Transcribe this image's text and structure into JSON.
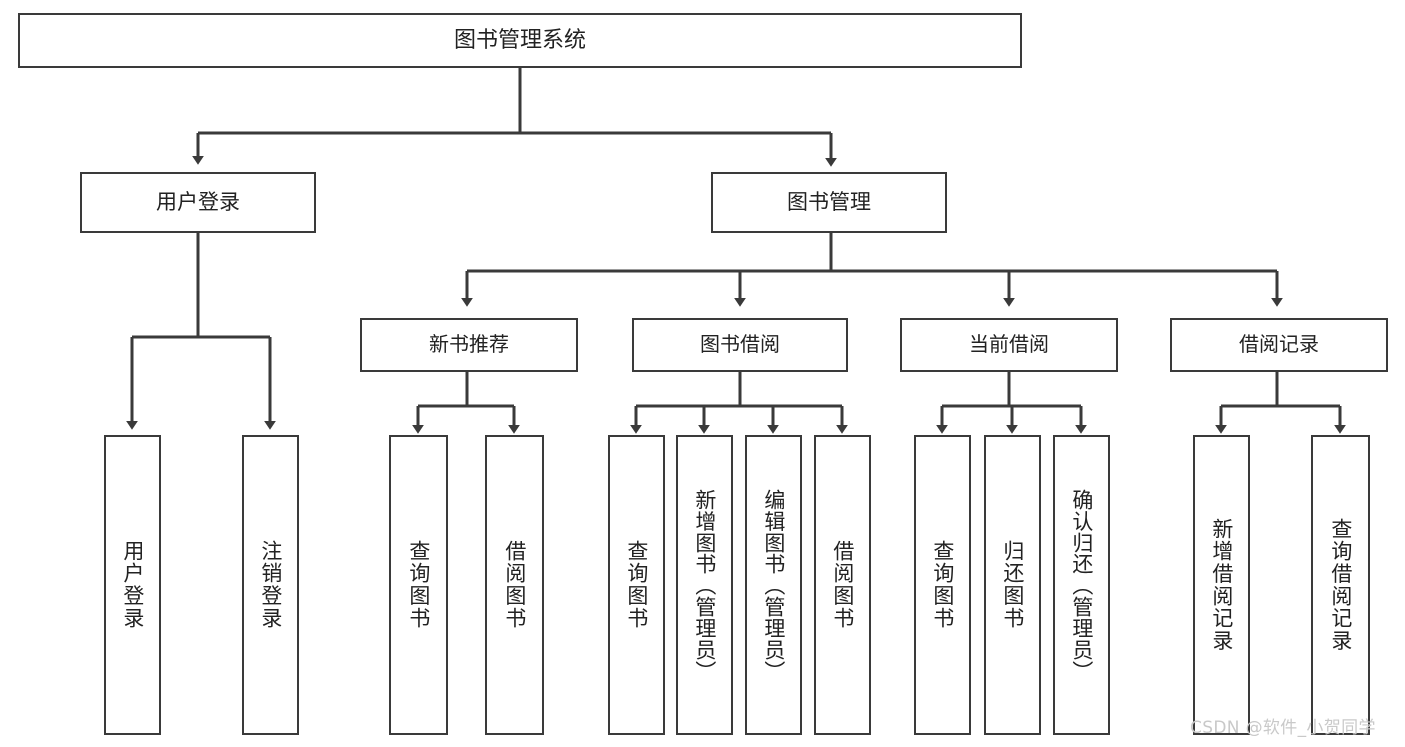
{
  "diagram": {
    "title": "图书管理系统",
    "type": "tree-hierarchy-chart",
    "orientation": "top-down",
    "colors": {
      "box_border": "#3a3a3a",
      "box_fill": "#ffffff",
      "connector": "#3a3a3a",
      "text": "#222222",
      "watermark": "#c9c9c9",
      "background": "#ffffff"
    },
    "root": {
      "label": "图书管理系统"
    },
    "level1": [
      {
        "label": "用户登录"
      },
      {
        "label": "图书管理"
      }
    ],
    "level2": [
      {
        "label": "新书推荐"
      },
      {
        "label": "图书借阅"
      },
      {
        "label": "当前借阅"
      },
      {
        "label": "借阅记录"
      }
    ],
    "leaves": {
      "user_login": [
        {
          "label": "用户登录"
        },
        {
          "label": "注销登录"
        }
      ],
      "new_book_recommend": [
        {
          "label": "查询图书"
        },
        {
          "label": "借阅图书"
        }
      ],
      "book_borrow": [
        {
          "label": "查询图书"
        },
        {
          "label": "新增图书（管理员）"
        },
        {
          "label": "编辑图书（管理员）"
        },
        {
          "label": "借阅图书"
        }
      ],
      "current_borrow": [
        {
          "label": "查询图书"
        },
        {
          "label": "归还图书"
        },
        {
          "label": "确认归还（管理员）"
        }
      ],
      "borrow_record": [
        {
          "label": "新增借阅记录"
        },
        {
          "label": "查询借阅记录"
        }
      ]
    }
  },
  "watermark": {
    "text": "CSDN @软件_小贺同学"
  }
}
